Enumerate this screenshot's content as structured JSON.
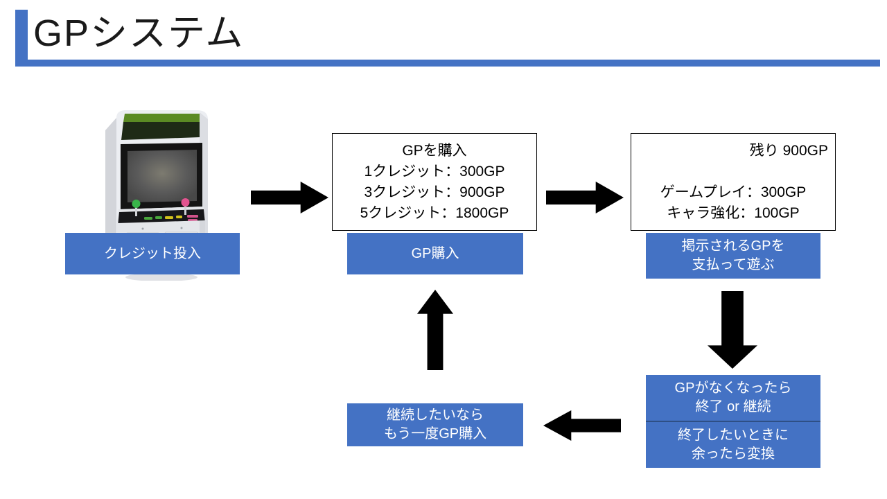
{
  "slide": {
    "title": "GPシステム",
    "accent_color": "#4472C4",
    "background": "#ffffff"
  },
  "illustration": {
    "name": "arcade-cabinet",
    "marquee_color": "#4f7a1e",
    "body_color": "#e9eaee",
    "screen_color": "#141414",
    "joystick_left_color": "#39b54a",
    "joystick_right_color": "#e2538f"
  },
  "boxes": {
    "credit_insert": {
      "label": "クレジット投入"
    },
    "gp_purchase_detail": {
      "lines": [
        "GPを購入",
        "1クレジット：300GP",
        "3クレジット：900GP",
        "5クレジット：1800GP"
      ]
    },
    "gp_purchase": {
      "label": "GP購入"
    },
    "remaining_detail": {
      "right_line": "残り 900GP",
      "lines": [
        "ゲームプレイ：300GP",
        "キャラ強化：100GP"
      ]
    },
    "pay_and_play": {
      "lines": [
        "掲示されるGPを",
        "支払って遊ぶ"
      ]
    },
    "out_of_gp": {
      "lines": [
        "GPがなくなったら",
        "終了 or 継続"
      ]
    },
    "convert_leftover": {
      "lines": [
        "終了したいときに",
        "余ったら変換"
      ]
    },
    "continue_repurchase": {
      "lines": [
        "継続したいなら",
        "もう一度GP購入"
      ]
    }
  },
  "arrows": {
    "credit_to_purchase": "arrow-right-icon",
    "purchase_to_play": "arrow-right-icon",
    "play_to_out_of_gp": "arrow-down-icon",
    "out_of_gp_to_continue": "arrow-left-icon",
    "continue_to_purchase": "arrow-up-icon"
  }
}
